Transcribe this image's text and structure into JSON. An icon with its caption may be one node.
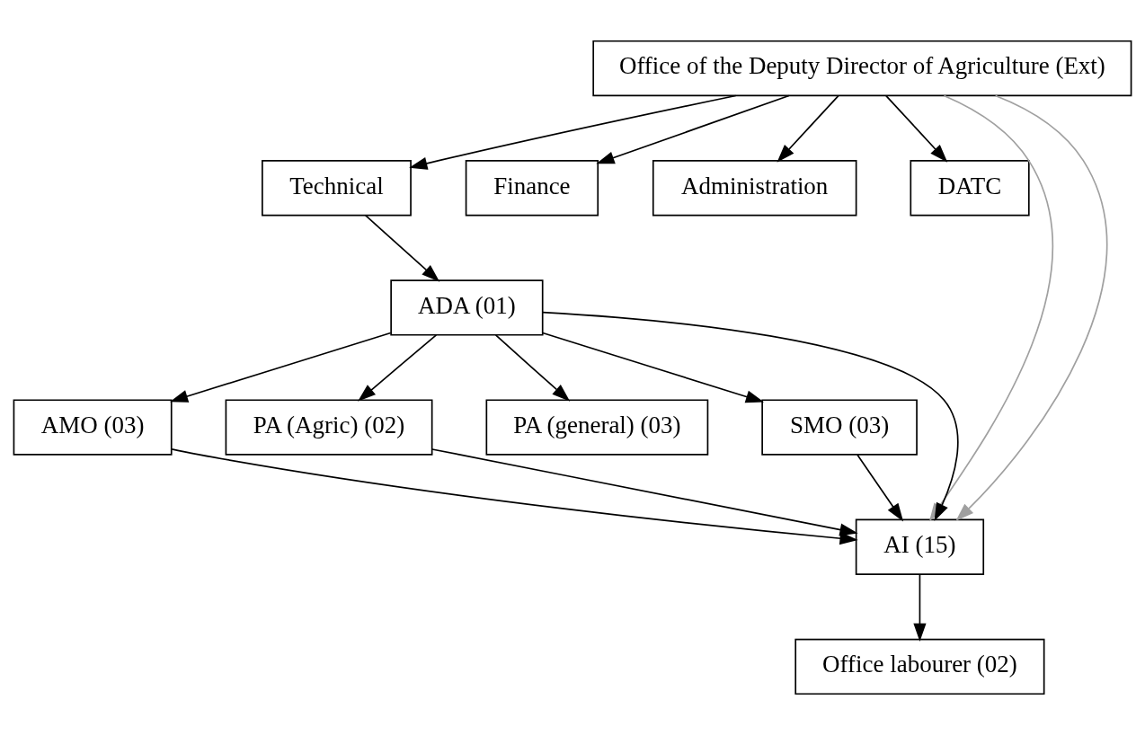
{
  "diagram": {
    "nodes": [
      {
        "text": [
          "Office of the Deputy Director of Agriculture (Ext)"
        ]
      },
      {
        "text": [
          "Technical"
        ]
      },
      {
        "text": [
          "Finance"
        ]
      },
      {
        "text": [
          "Administration"
        ]
      },
      {
        "text": [
          "DATC"
        ]
      },
      {
        "text": [
          "ADA (01)"
        ]
      },
      {
        "text": [
          "AMO (03)"
        ]
      },
      {
        "text": [
          "PA (Agric) (02)"
        ]
      },
      {
        "text": [
          "PA (general) (03)"
        ]
      },
      {
        "text": [
          "SMO (03)"
        ]
      },
      {
        "text": [
          "AI (15)"
        ]
      },
      {
        "text": [
          "Office labourer (02)"
        ]
      }
    ],
    "edges": [
      {
        "from": 0,
        "to": 1,
        "arrow": "to"
      },
      {
        "from": 0,
        "to": 2,
        "arrow": "to"
      },
      {
        "from": 0,
        "to": 3,
        "arrow": "to"
      },
      {
        "from": 0,
        "to": 4,
        "arrow": "to"
      },
      {
        "from": 1,
        "to": 5,
        "arrow": "to"
      },
      {
        "from": 5,
        "to": 6,
        "arrow": "to"
      },
      {
        "from": 5,
        "to": 7,
        "arrow": "to"
      },
      {
        "from": 5,
        "to": 8,
        "arrow": "to"
      },
      {
        "from": 5,
        "to": 9,
        "arrow": "to"
      },
      {
        "from": 5,
        "to": 10,
        "arrow": "to"
      },
      {
        "from": 0,
        "to": 10,
        "arrow": "to",
        "color": "#a0a0a0"
      },
      {
        "from": 0,
        "to": 10,
        "arrow": "to",
        "color": "#a0a0a0"
      },
      {
        "from": 6,
        "to": 10,
        "arrow": "to"
      },
      {
        "from": 7,
        "to": 10,
        "arrow": "to"
      },
      {
        "from": 9,
        "to": 10,
        "arrow": "to"
      },
      {
        "from": 10,
        "to": 11,
        "arrow": "to"
      }
    ]
  }
}
